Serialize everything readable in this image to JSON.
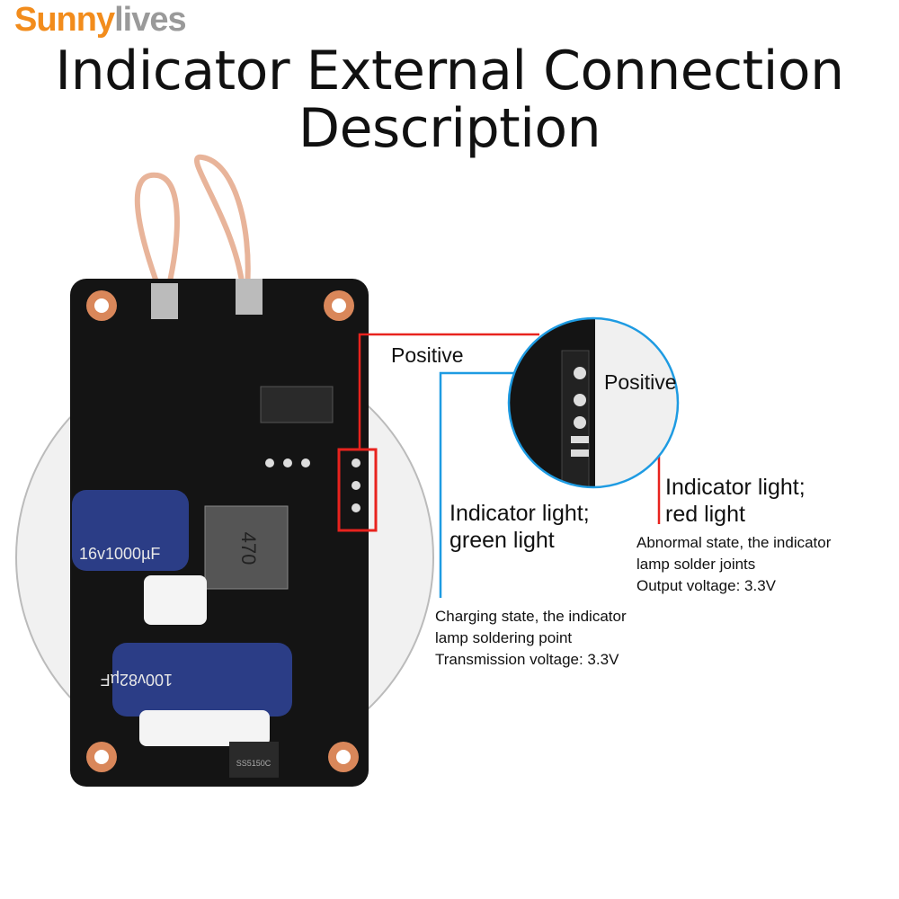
{
  "logo": {
    "part1": "Sunny",
    "part2": "lives"
  },
  "title": {
    "line1": "Indicator External Connection",
    "line2": "Description"
  },
  "labels": {
    "positive_left": "Positive",
    "positive_right": "Positive",
    "green": {
      "line1": "Indicator light;",
      "line2": "green light"
    },
    "red": {
      "line1": "Indicator light;",
      "line2": "red light"
    },
    "red_desc": [
      "Abnormal state, the indicator",
      "lamp solder joints",
      "Output voltage: 3.3V"
    ],
    "green_desc": [
      "Charging state, the indicator",
      "lamp soldering point",
      "Transmission voltage: 3.3V"
    ]
  },
  "board_marks": {
    "cap1": "16v1000µF",
    "cap2": "100v82µF",
    "inductor": "470",
    "diode": "SS5150C"
  },
  "colors": {
    "red": "#e8231e",
    "blue": "#1e9be2",
    "board": "#141414",
    "logo_orange": "#f28c1c"
  }
}
